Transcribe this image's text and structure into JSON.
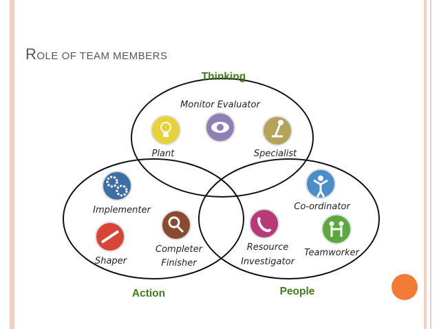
{
  "slide": {
    "title_first_letter": "R",
    "title_rest": "ole of team members"
  },
  "colors": {
    "border": "#f4cfc0",
    "accent_orange": "#f47b35",
    "thinking_green": "#3f7d1b",
    "action_green": "#3f7d1b",
    "people_green": "#3f7d1b",
    "title_gray": "#555555"
  },
  "categories": {
    "thinking": "Thinking",
    "action": "Action",
    "people": "People"
  },
  "roles": {
    "monitor_evaluator": {
      "label": "Monitor Evaluator",
      "icon": "eye-icon",
      "color": "#8e7fb5"
    },
    "plant": {
      "label": "Plant",
      "icon": "lightbulb-icon",
      "color": "#e8d23a"
    },
    "specialist": {
      "label": "Specialist",
      "icon": "microscope-icon",
      "color": "#b6a35a"
    },
    "implementer": {
      "label": "Implementer",
      "icon": "gears-icon",
      "color": "#3f6ea5"
    },
    "shaper": {
      "label": "Shaper",
      "icon": "spring-icon",
      "color": "#d64535"
    },
    "completer_finisher": {
      "label_line1": "Completer",
      "label_line2": "Finisher",
      "icon": "magnifier-icon",
      "color": "#8a4a32"
    },
    "resource_investigator": {
      "label_line1": "Resource",
      "label_line2": "Investigator",
      "icon": "phone-icon",
      "color": "#b7397a"
    },
    "coordinator": {
      "label": "Co-ordinator",
      "icon": "person-icon",
      "color": "#4a8ec9"
    },
    "teamworker": {
      "label": "Teamworker",
      "icon": "people-icon",
      "color": "#5aa83e"
    }
  }
}
